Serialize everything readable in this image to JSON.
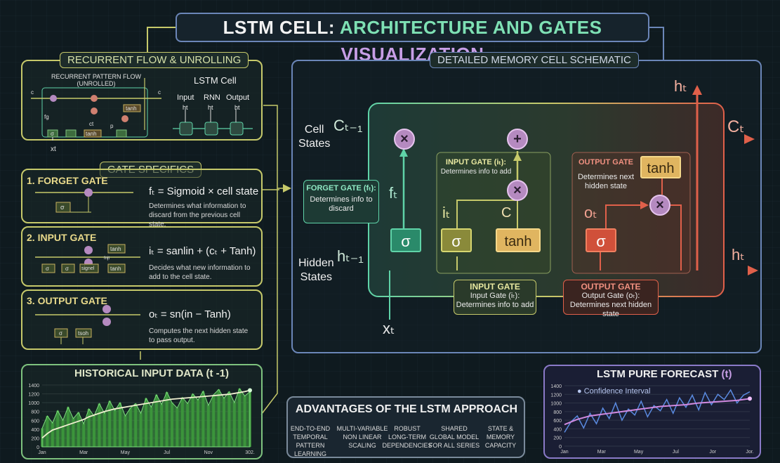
{
  "title": {
    "part1": "LSTM CELL:",
    "part2": "ARCHITECTURE AND GATES",
    "part3": "VISUALIZATION"
  },
  "recurrent": {
    "header": "RECURRENT FLOW & UNROLLING",
    "subtitle": "RECURRENT PATTERN FLOW\n(UNROLLED)",
    "cell_label": "LSTM Cell",
    "cols": [
      "Input",
      "RNN",
      "Output"
    ],
    "col_subs": [
      "ht",
      "ht",
      "ht"
    ],
    "c_left": "c",
    "c_right": "c",
    "fg": "fg",
    "ct": "ct",
    "xt": "xt",
    "tanh": "tanh",
    "tanh2": "tanh",
    "sigma": "σ",
    "p": "p"
  },
  "gates_header": "GATE SPECIFICS",
  "gates": [
    {
      "title": "1. FORGET GATE",
      "formula": "fₜ = Sigmoid × cell state",
      "desc": "Determines what information to discard from the previous cell state."
    },
    {
      "title": "2. INPUT GATE",
      "formula": "iₜ = sanlin + (cₜ + Tanh)",
      "desc": "Decides what new information to add to the cell state."
    },
    {
      "title": "3. OUTPUT GATE",
      "formula": "oₜ = sn(in − Tanh)",
      "desc": "Computes the next hidden state to pass output."
    }
  ],
  "gate_minis": {
    "sigma": "σ",
    "signel": "signel",
    "tanh": "tanh",
    "tsoh": "tsoh",
    "fnjt": "fnjt"
  },
  "schematic": {
    "header": "DETAILED MEMORY CELL SCHEMATIC",
    "cell_states": "Cell\nStates",
    "hidden_states": "Hidden\nStates",
    "c_prev": "Cₜ₋₁",
    "h_prev": "hₜ₋₁",
    "c_t": "Cₜ",
    "h_t_top": "hₜ",
    "h_t_right": "hₜ",
    "x_t": "xₜ",
    "f_t": "fₜ",
    "i_t": "iₜ",
    "o_t": "oₜ",
    "c_mid": "C",
    "sigma": "σ",
    "tanh": "tanh",
    "times": "×",
    "plus": "+",
    "forget_title": "FORGET GATE (fₜ):",
    "forget_desc": "Determines info to discard",
    "input_title_inner": "INPUT GATE (iₜ):",
    "input_desc_inner": "Determines info to add",
    "output_title_inner": "OUTPUT GATE",
    "output_desc_inner": "Determines next hidden state",
    "input_title_bottom": "INPUT GATE",
    "input_desc_bottom": "Input Gate (iₜ):\nDetermines info to add",
    "output_title_bottom": "OUTPUT GATE",
    "output_desc_bottom": "Output Gate (oₜ):\nDetermines next hidden state"
  },
  "advantages": {
    "title": "ADVANTAGES OF THE LSTM APPROACH",
    "items": [
      "END-TO-END\nTEMPORAL\nPATTERN LEARNING",
      "MULTI-VARIABLE\nNON LINEAR\nSCALING",
      "ROBUST\nLONG-TERM\nDEPENDENCIES",
      "SHARED\nGLOBAL MODEL\nFOR ALL SERIES",
      "STATE &\nMEMORY\nCAPACITY"
    ]
  },
  "colors": {
    "accent_yellow": "#c6c96a",
    "teal": "#5fd3a8",
    "purple": "#b58ac0",
    "red": "#e0604a",
    "blue": "#6b86b8"
  },
  "chart_data": [
    {
      "type": "area",
      "title": "HISTORICAL INPUT DATA (t -1)",
      "x_ticks": [
        "Jan",
        "Mar",
        "May",
        "Jul",
        "Nov",
        "302."
      ],
      "y_ticks": [
        0,
        200,
        400,
        600,
        800,
        1000,
        1200,
        1400
      ],
      "ylim": [
        0,
        1400
      ],
      "series": [
        {
          "values": [
            420,
            700,
            540,
            820,
            600,
            900,
            640,
            780,
            520,
            860,
            700,
            980,
            760,
            1040,
            820,
            1000,
            700,
            880,
            980,
            760,
            1100,
            900,
            1180,
            960,
            1240,
            1000,
            880,
            1120,
            980,
            1200,
            1060,
            1260,
            940,
            1180,
            1300,
            1100,
            1250,
            1000,
            1320,
            1150,
            1250
          ]
        },
        {
          "values": [
            200,
            300,
            380,
            420,
            460,
            500,
            540,
            580,
            620,
            680,
            720,
            760,
            800,
            830,
            860,
            880,
            900,
            920,
            940,
            960,
            980,
            1000,
            1020,
            1040,
            1060,
            1080,
            1090,
            1100,
            1110,
            1120,
            1130,
            1140,
            1150,
            1160,
            1170,
            1180,
            1190,
            1210,
            1230,
            1250,
            1280
          ]
        }
      ]
    },
    {
      "type": "line",
      "title": "LSTM PURE FORECAST",
      "title_suffix": "(t)",
      "legend": "Confidence Interval",
      "x_ticks": [
        "Jan",
        "Mar",
        "May",
        "Jul",
        "Jor",
        "Jor."
      ],
      "y_ticks": [
        0,
        200,
        400,
        600,
        800,
        1000,
        1200,
        1400
      ],
      "ylim": [
        0,
        1400
      ],
      "series": [
        {
          "values": [
            320,
            560,
            700,
            420,
            760,
            520,
            880,
            640,
            1000,
            600,
            860,
            720,
            1040,
            680,
            940,
            820,
            1080,
            760,
            1120,
            900,
            1180,
            840,
            1240,
            960,
            1200,
            1080,
            1300,
            1000,
            1180,
            1260
          ]
        },
        {
          "values": [
            500,
            560,
            620,
            660,
            700,
            720,
            740,
            760,
            780,
            800,
            820,
            840,
            860,
            880,
            900,
            920,
            930,
            940,
            950,
            960,
            980,
            1000,
            1010,
            1020,
            1030,
            1040,
            1050,
            1060,
            1080,
            1100
          ]
        }
      ]
    }
  ]
}
